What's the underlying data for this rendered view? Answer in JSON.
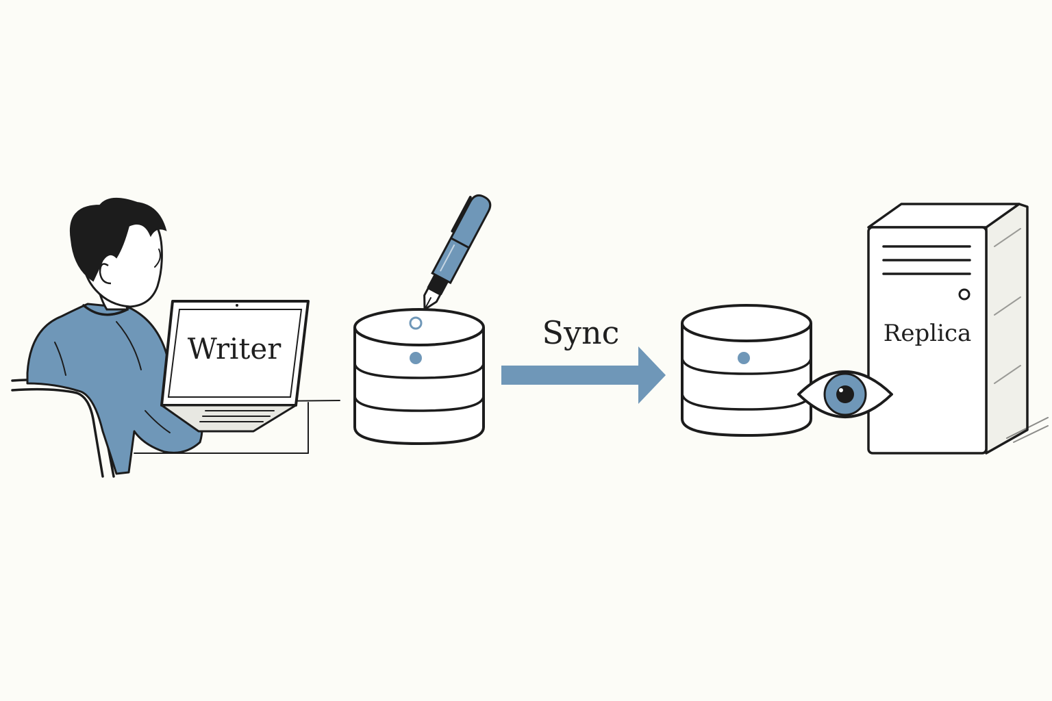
{
  "labels": {
    "writer": "Writer",
    "sync": "Sync",
    "replica": "Replica"
  },
  "colors": {
    "background": "#fcfcf7",
    "accent_blue": "#6f97b8",
    "ink": "#1c1c1c",
    "white": "#ffffff"
  },
  "icons": {
    "person": "person-at-laptop-icon",
    "primary_db": "database-icon",
    "pen": "fountain-pen-icon",
    "arrow": "arrow-right-icon",
    "replica_db": "database-icon",
    "eye": "eye-icon",
    "server": "server-tower-icon"
  }
}
